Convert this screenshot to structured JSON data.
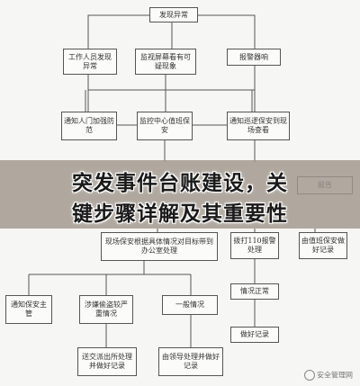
{
  "banner": {
    "line1": "突发事件台账建设，关",
    "line2": "键步骤详解及其重要性"
  },
  "flow": {
    "discover": "发现异常",
    "staff_report": "工作人员发现异常",
    "monitor_find": "监视屏幕看有可疑现象",
    "alarm": "报警器响",
    "notify_guard": "通知人门加强防范",
    "monitor_center": "监控中心值班保安",
    "notify_patrol": "通知巡逻保安到现场查看",
    "partial_right": "报告",
    "handle_target": "现场保安根据具体情况对目标带到办公室处理",
    "report_110": "拨打110报警处理",
    "duty_record": "由值班保安做好记录",
    "notify_security": "通知保安主管",
    "serious": "涉嫌偷盗较严重情况",
    "general": "一般情况",
    "normal": "情况正常",
    "keep_record": "做好记录",
    "escort_record": "送交派出所处理并做好记录",
    "leader_record": "由领导处理并做好记录"
  },
  "watermark": "安全管理网"
}
